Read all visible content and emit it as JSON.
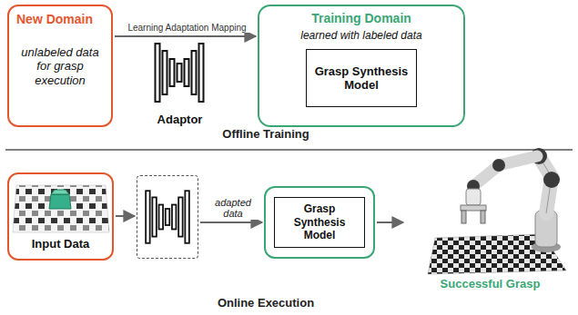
{
  "diagram": {
    "nodes": [
      {
        "text": [
          "New Domain",
          "unlabeled data for grasp execution"
        ]
      },
      {
        "text": [
          "Adaptor"
        ]
      },
      {
        "text": [
          "Training Domain",
          "learned with labeled data"
        ]
      },
      {
        "text": [
          "Grasp Synthesis Model"
        ],
        "in": 2
      },
      {
        "text": [
          "Input Data"
        ]
      },
      {
        "text": []
      },
      {
        "text": []
      },
      {
        "text": [
          "Grasp Synthesis Model"
        ],
        "in": 6
      },
      {
        "text": [
          "Successful Grasp"
        ]
      }
    ],
    "edges": [
      {
        "from": 0,
        "to": 2,
        "arrow": "to",
        "label": "Learning Adaptation Mapping"
      },
      {
        "from": 4,
        "to": 5,
        "arrow": "to"
      },
      {
        "from": 5,
        "to": 6,
        "arrow": "to",
        "label": "adapted data"
      },
      {
        "from": 6,
        "to": 8,
        "arrow": "to"
      }
    ],
    "labels": [
      "Offline Training",
      "Online Execution"
    ]
  }
}
